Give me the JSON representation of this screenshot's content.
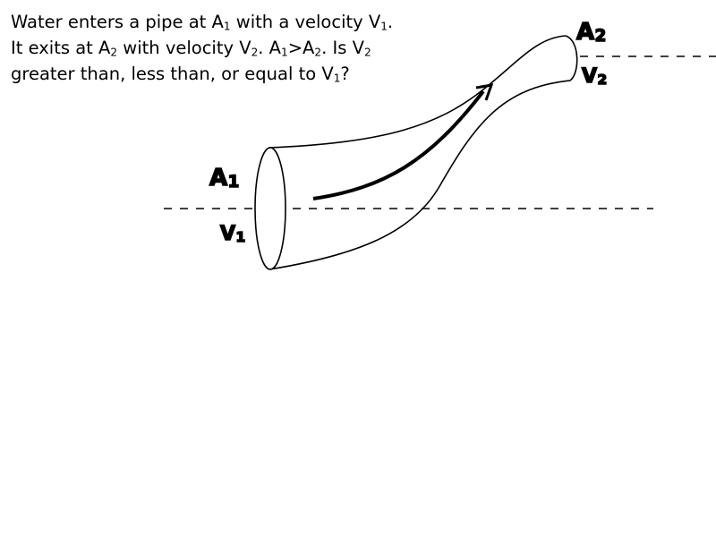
{
  "question": {
    "line1": {
      "t1": "Water enters a pipe at A",
      "s1": "1",
      "t2": " with a velocity V",
      "s2": "1",
      "t3": "."
    },
    "line2": {
      "t1": "It exits at A",
      "s1": "2",
      "t2": " with velocity V",
      "s2": "2",
      "t3": ". A",
      "s3": "1",
      "t4": ">A",
      "s4": "2",
      "t5": ". Is V",
      "s5": "2"
    },
    "line3": {
      "t1": "greater than, less than, or equal to V",
      "s1": "1",
      "t2": "?"
    }
  },
  "diagram": {
    "inlet": {
      "area_letter": "A",
      "area_sub": "1",
      "velocity_letter": "V",
      "velocity_sub": "1"
    },
    "outlet": {
      "area_letter": "A",
      "area_sub": "2",
      "velocity_letter": "V",
      "velocity_sub": "2"
    }
  }
}
